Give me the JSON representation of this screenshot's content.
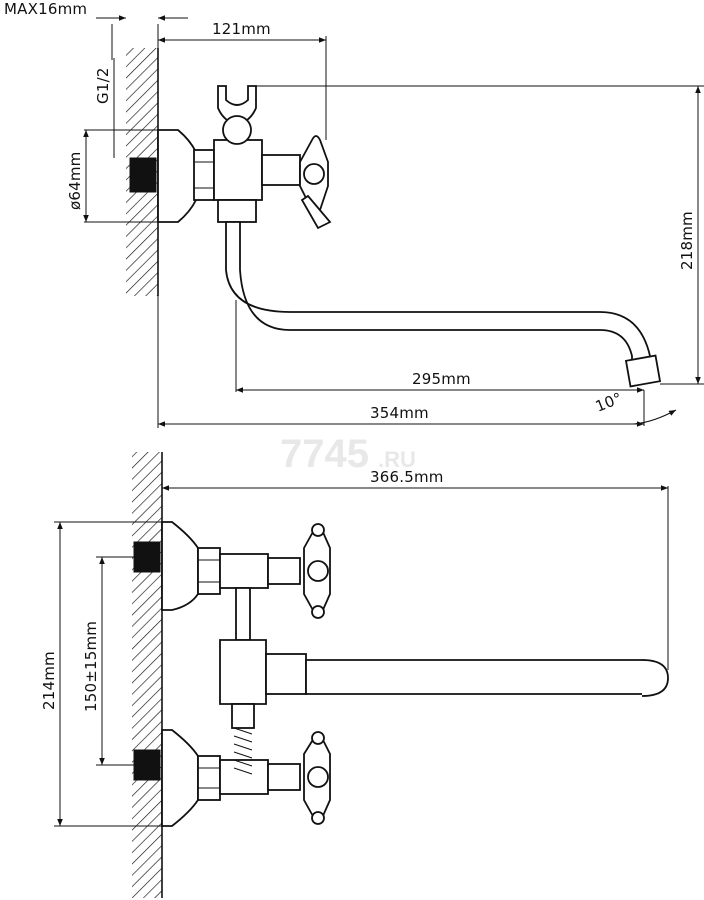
{
  "watermark": {
    "main": "7745",
    "suffix": ".RU"
  },
  "top_view": {
    "dims": {
      "max_thickness": "MAX16mm",
      "thread": "G1/2",
      "flange_diameter": "ø64mm",
      "handle_offset": "121mm",
      "height": "218mm",
      "spout_reach": "295mm",
      "overall_length": "354mm",
      "spout_angle": "10°"
    }
  },
  "bottom_view": {
    "dims": {
      "overall_length": "366.5mm",
      "overall_height": "214mm",
      "center_distance": "150±15mm"
    }
  },
  "colors": {
    "line": "#111111",
    "background": "#ffffff",
    "watermark": "#e8e8e8"
  }
}
